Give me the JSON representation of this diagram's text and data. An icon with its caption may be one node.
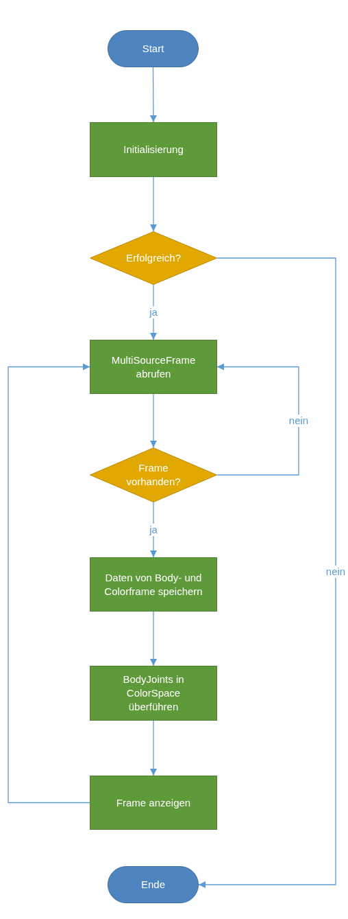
{
  "diagram": {
    "nodes": [
      {
        "text": [
          "Start"
        ]
      },
      {
        "text": [
          "Initialisierung"
        ]
      },
      {
        "text": [
          "Erfolgreich?"
        ]
      },
      {
        "text": [
          "MultiSourceFrame abrufen"
        ]
      },
      {
        "text": [
          "Frame vorhanden?"
        ]
      },
      {
        "text": [
          "Daten von Body- und Colorframe speichern"
        ]
      },
      {
        "text": [
          "BodyJoints in ColorSpace überführen"
        ]
      },
      {
        "text": [
          "Frame anzeigen"
        ]
      },
      {
        "text": [
          "Ende"
        ]
      }
    ],
    "edges": [
      {
        "from": 0,
        "to": 1,
        "arrow": "to"
      },
      {
        "from": 1,
        "to": 2,
        "arrow": "to"
      },
      {
        "from": 2,
        "to": 3,
        "arrow": "to",
        "label": "ja"
      },
      {
        "from": 2,
        "to": 8,
        "arrow": "to",
        "label": "nein"
      },
      {
        "from": 3,
        "to": 4,
        "arrow": "to"
      },
      {
        "from": 4,
        "to": 3,
        "arrow": "to",
        "label": "nein"
      },
      {
        "from": 4,
        "to": 5,
        "arrow": "to",
        "label": "ja"
      },
      {
        "from": 5,
        "to": 6,
        "arrow": "to"
      },
      {
        "from": 6,
        "to": 7,
        "arrow": "to"
      },
      {
        "from": 7,
        "to": 3,
        "arrow": "to"
      }
    ]
  }
}
